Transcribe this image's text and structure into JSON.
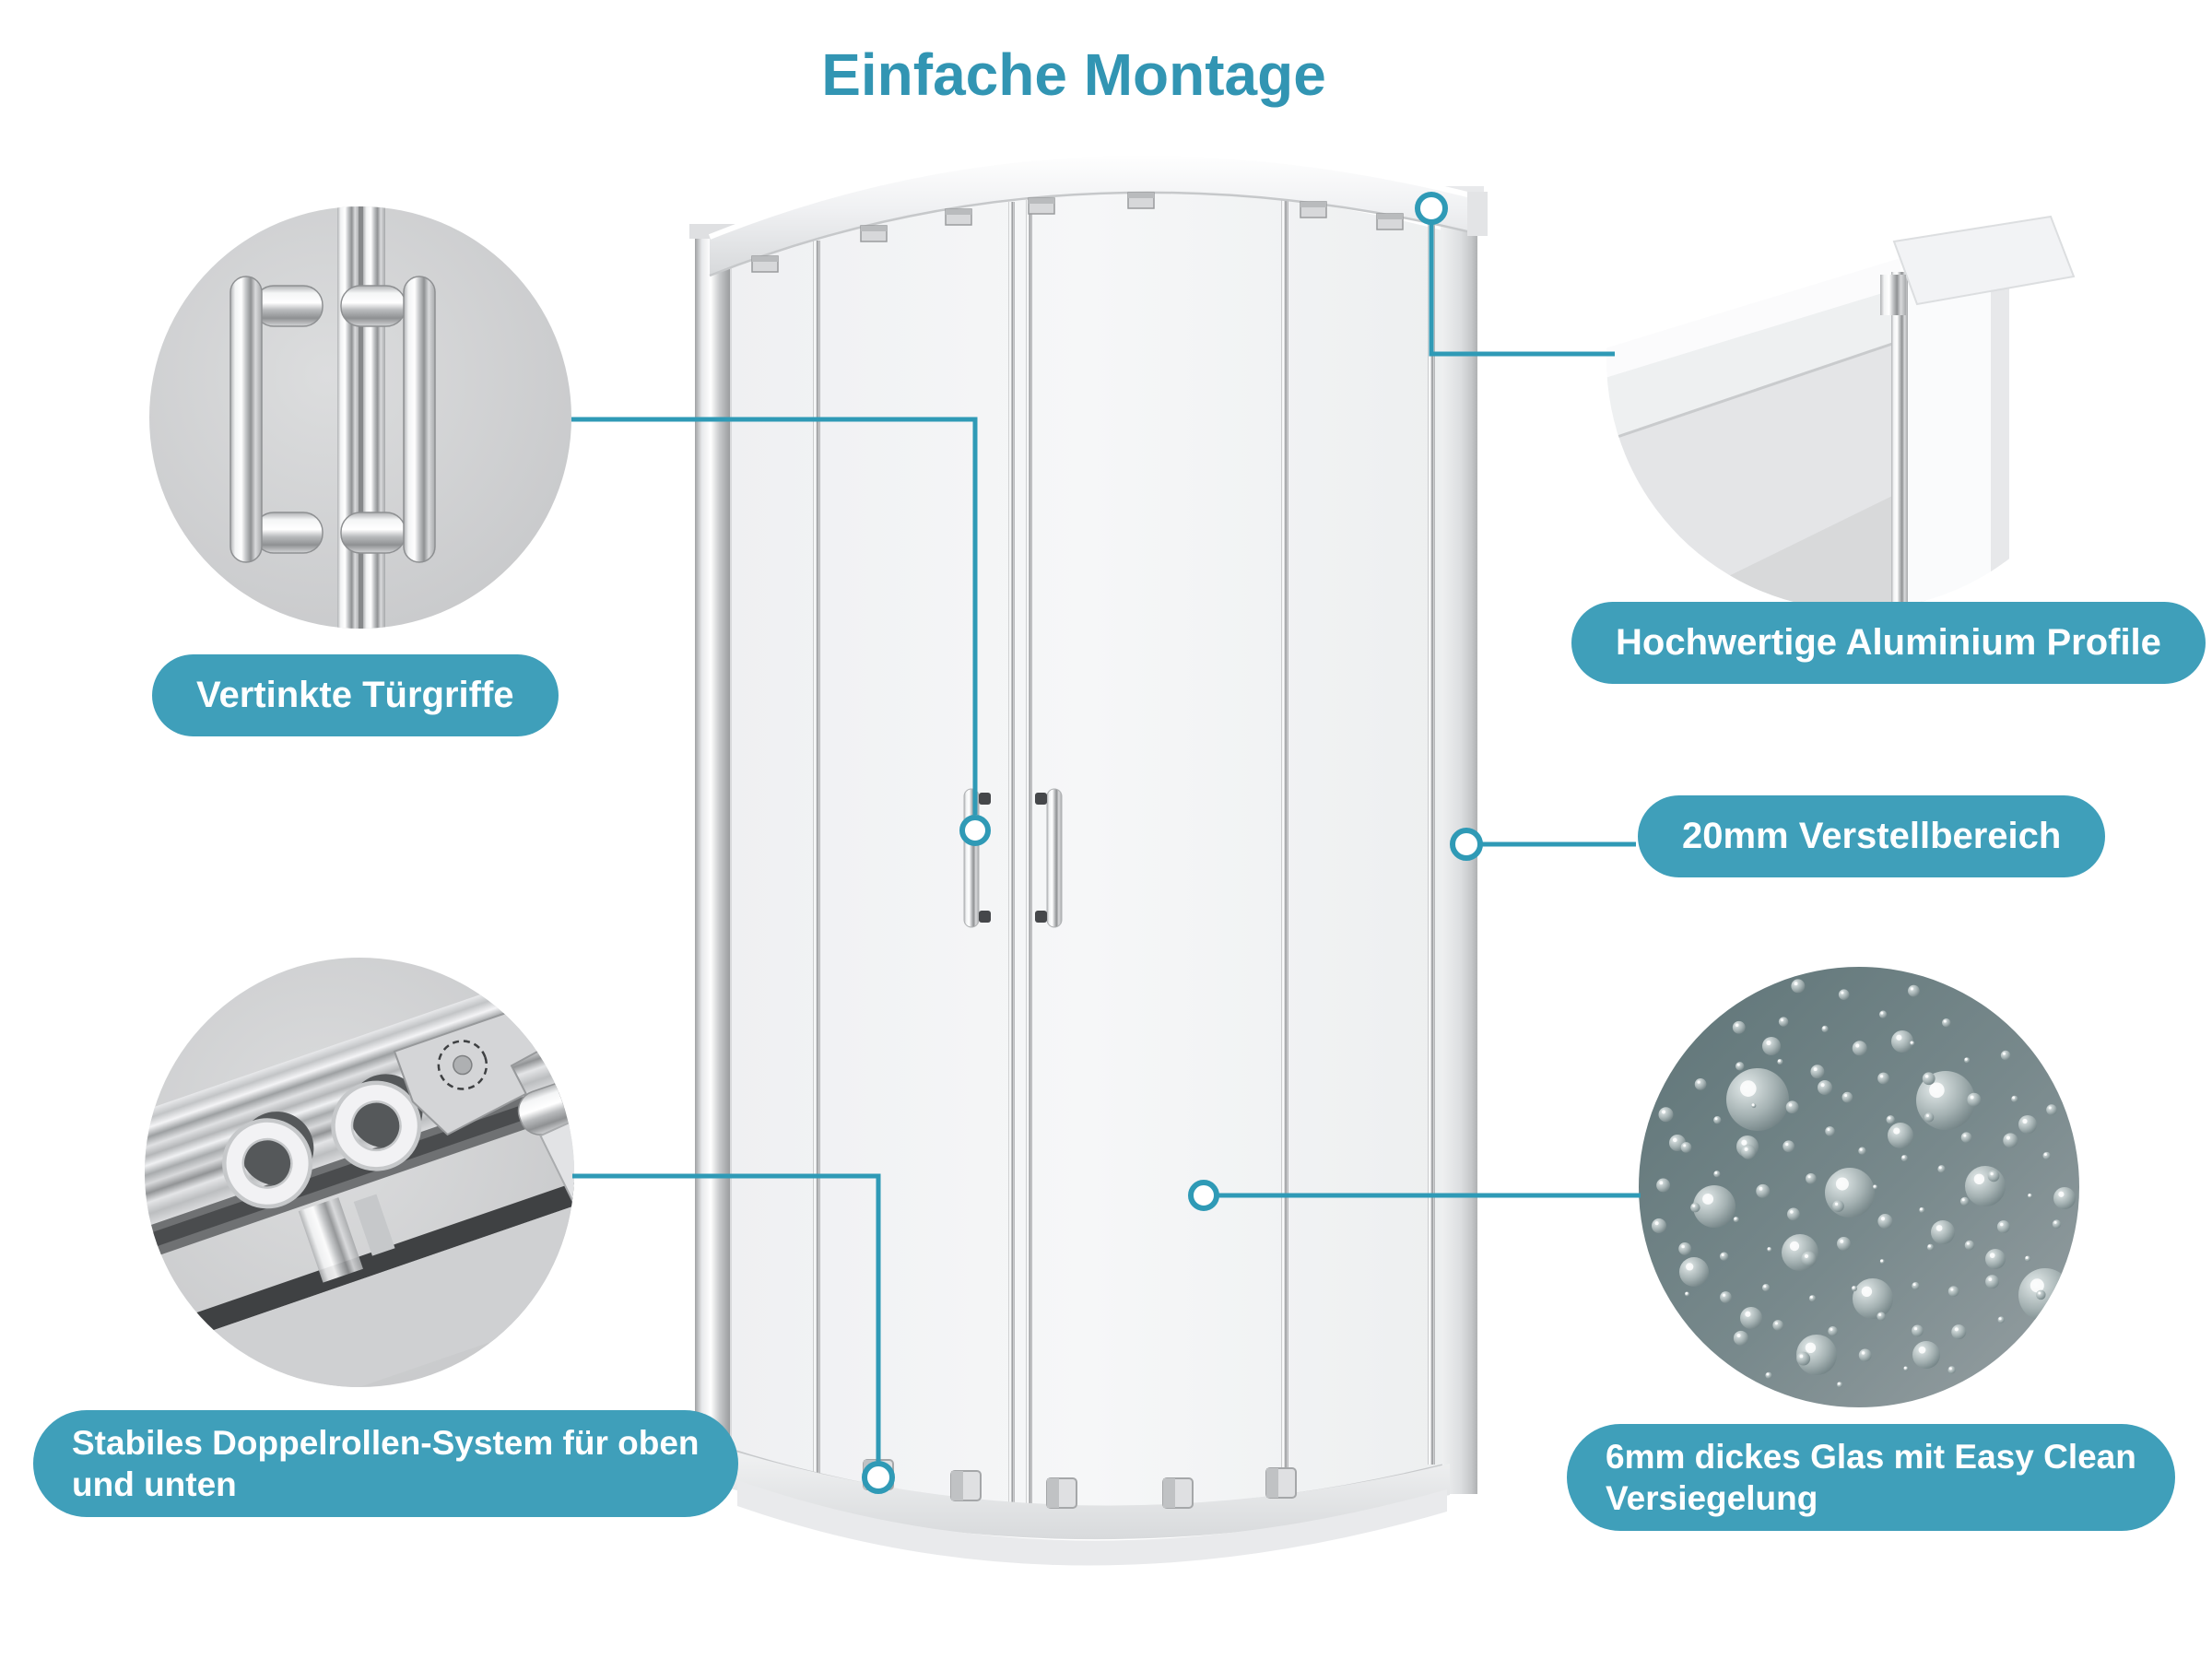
{
  "title": "Einfache Montage",
  "colors": {
    "accent_teal": "#3F9FBA",
    "connector_line": "#2F9AB6",
    "title_text": "#3295B3",
    "pill_text": "#FFFFFF",
    "chrome_gray": "#C9CBCD",
    "glass_gray": "#F4F5F7",
    "droplet_photo_base": "#6B7F81"
  },
  "callouts": {
    "handles": {
      "label": "Vertinkte Türgriffe"
    },
    "profile": {
      "label": "Hochwertige Aluminium Profile"
    },
    "adjustment": {
      "label": "20mm Verstellbereich"
    },
    "rollers": {
      "line1": "Stabiles Doppelrollen-System für oben",
      "line2": "und unten"
    },
    "glass": {
      "line1": "6mm dickes Glas mit Easy Clean",
      "line2": "Versiegelung"
    }
  }
}
